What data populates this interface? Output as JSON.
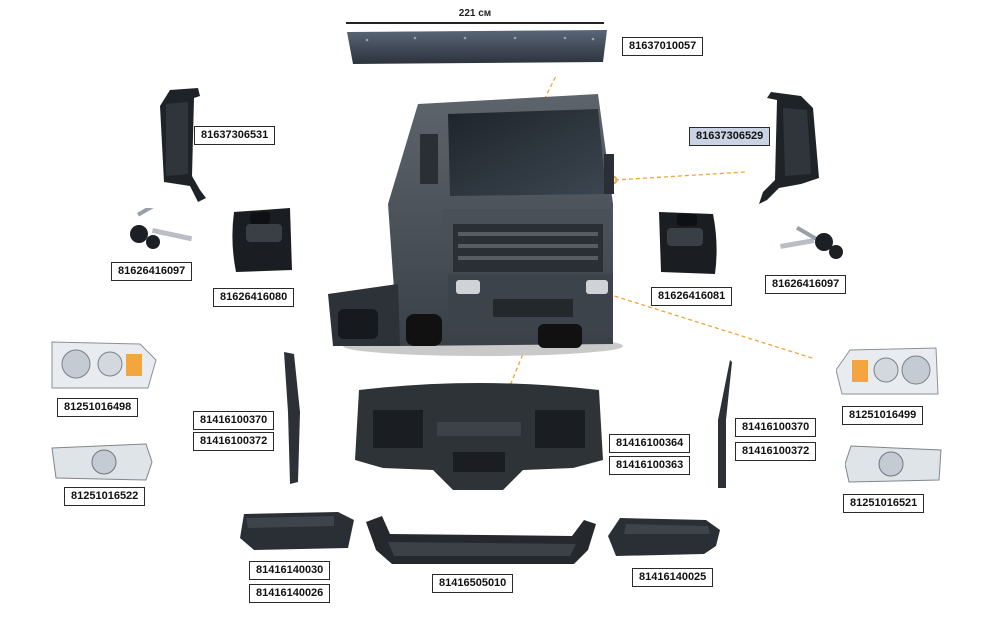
{
  "dimension": {
    "label": "221 см"
  },
  "labels": {
    "sunvisor": "81637010057",
    "mirror_left": "81637306531",
    "mirror_right": "81637306529",
    "key_left": "81626416097",
    "key_right": "81626416097",
    "handle_left": "81626416080",
    "handle_right": "81626416081",
    "headlamp_left": "81251016498",
    "headlamp_right": "81251016499",
    "foglamp_left": "81251016522",
    "foglamp_right": "81251016521",
    "trim_left_a": "81416100370",
    "trim_left_b": "81416100372",
    "trim_right_a": "81416100370",
    "trim_right_b": "81416100372",
    "bumper_a": "81416100364",
    "bumper_b": "81416100363",
    "corner_left_a": "81416140030",
    "corner_left_b": "81416140026",
    "step": "81416505010",
    "corner_right": "81416140025"
  }
}
